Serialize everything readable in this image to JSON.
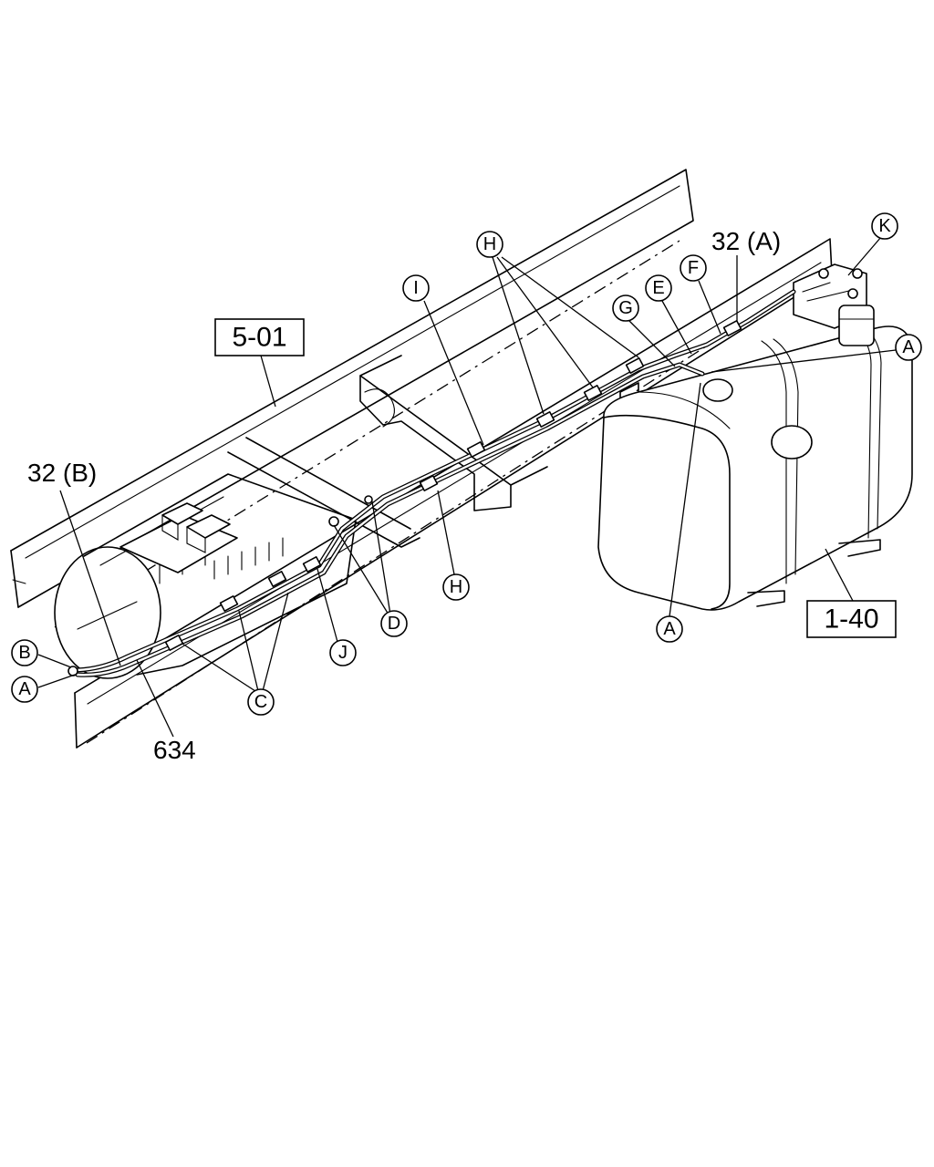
{
  "boxes": {
    "frame_ref": "5-01",
    "tank_ref": "1-40"
  },
  "part_numbers": {
    "hose_a": "32 (A)",
    "hose_b": "32 (B)",
    "pipe": "634"
  },
  "callouts": {
    "A": "A",
    "B": "B",
    "C": "C",
    "D": "D",
    "E": "E",
    "F": "F",
    "G": "G",
    "H": "H",
    "I": "I",
    "J": "J",
    "K": "K"
  }
}
